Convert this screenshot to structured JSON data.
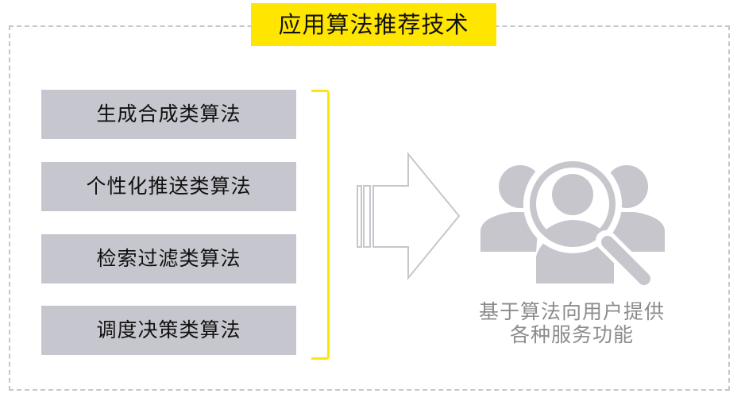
{
  "title": "应用算法推荐技术",
  "algorithms": [
    {
      "label": "生成合成类算法"
    },
    {
      "label": "个性化推送类算法"
    },
    {
      "label": "检索过滤类算法"
    },
    {
      "label": "调度决策类算法"
    }
  ],
  "icons": {
    "arrow": "right-arrow-icon",
    "users": "user-search-icon"
  },
  "caption": {
    "line1": "基于算法向用户提供",
    "line2": "各种服务功能"
  },
  "colors": {
    "title_bg": "#ffe600",
    "box_bg": "#c6c6ce",
    "bracket": "#ffe600",
    "icon_gray": "#c6c6cc",
    "caption_text": "#8c8c8c",
    "frame_border": "#c6c6cc"
  }
}
